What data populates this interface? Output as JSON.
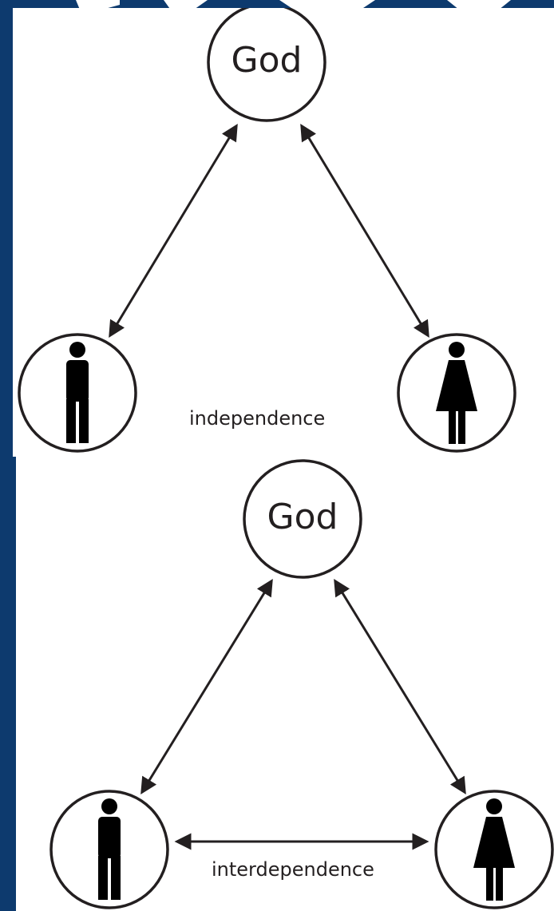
{
  "diagram_top": {
    "top_node": "God",
    "caption": "independence"
  },
  "diagram_bottom": {
    "top_node": "God",
    "caption": "interdependence"
  },
  "colors": {
    "slide_background": "#0d3a6e",
    "panel_background": "#ffffff",
    "ink": "#231f20"
  },
  "icons": [
    "man-figure-icon",
    "woman-figure-icon"
  ]
}
